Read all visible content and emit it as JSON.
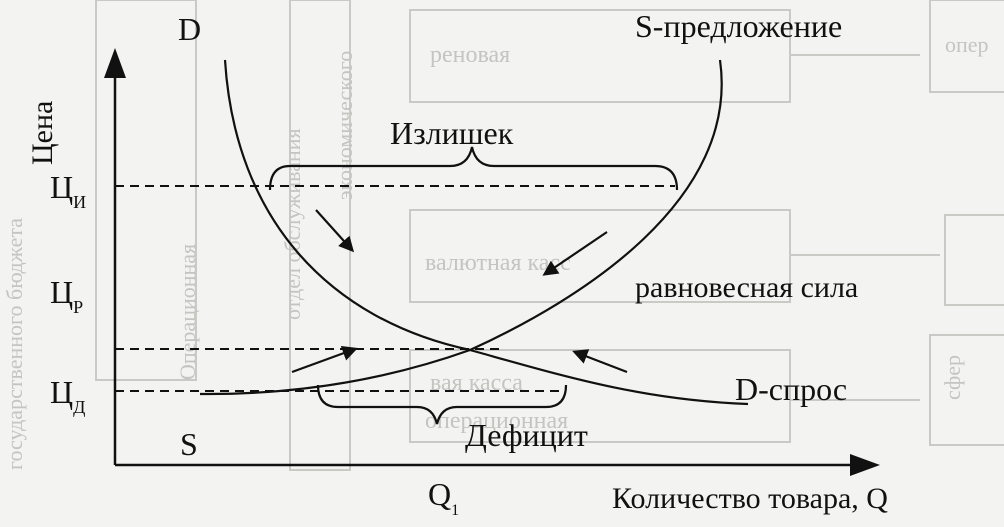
{
  "axes": {
    "y_label": "Цена",
    "x_label": "Количество товара, Q"
  },
  "curves": {
    "demand_top_label": "D",
    "supply_top_label": "S-предложение",
    "supply_bottom_label": "S",
    "demand_bottom_label": "D-спрос"
  },
  "price_ticks": {
    "surplus": {
      "main": "Ц",
      "sub": "И"
    },
    "equilibrium": {
      "main": "Ц",
      "sub": "Р"
    },
    "deficit": {
      "main": "Ц",
      "sub": "Д"
    }
  },
  "quantity_tick": {
    "main": "Q",
    "sub": "1"
  },
  "annotations": {
    "surplus": "Излишек",
    "equilibrium_force": "равновесная сила",
    "deficit": "Дефицит"
  },
  "background_bleed": {
    "box_1": "реновая",
    "box_2": "валютная касс",
    "box_3": "вая касса",
    "box_4": "операционная",
    "side_1": "опер",
    "side_2": "сфер",
    "vertical_1": "Операционная",
    "vertical_2": "экономического",
    "vertical_3": "государственного бюджета",
    "vertical_4": "отдел обслуживания"
  },
  "colors": {
    "ink": "#111111",
    "paper": "#f3f3f1",
    "bleed": "#c4c4c1"
  }
}
